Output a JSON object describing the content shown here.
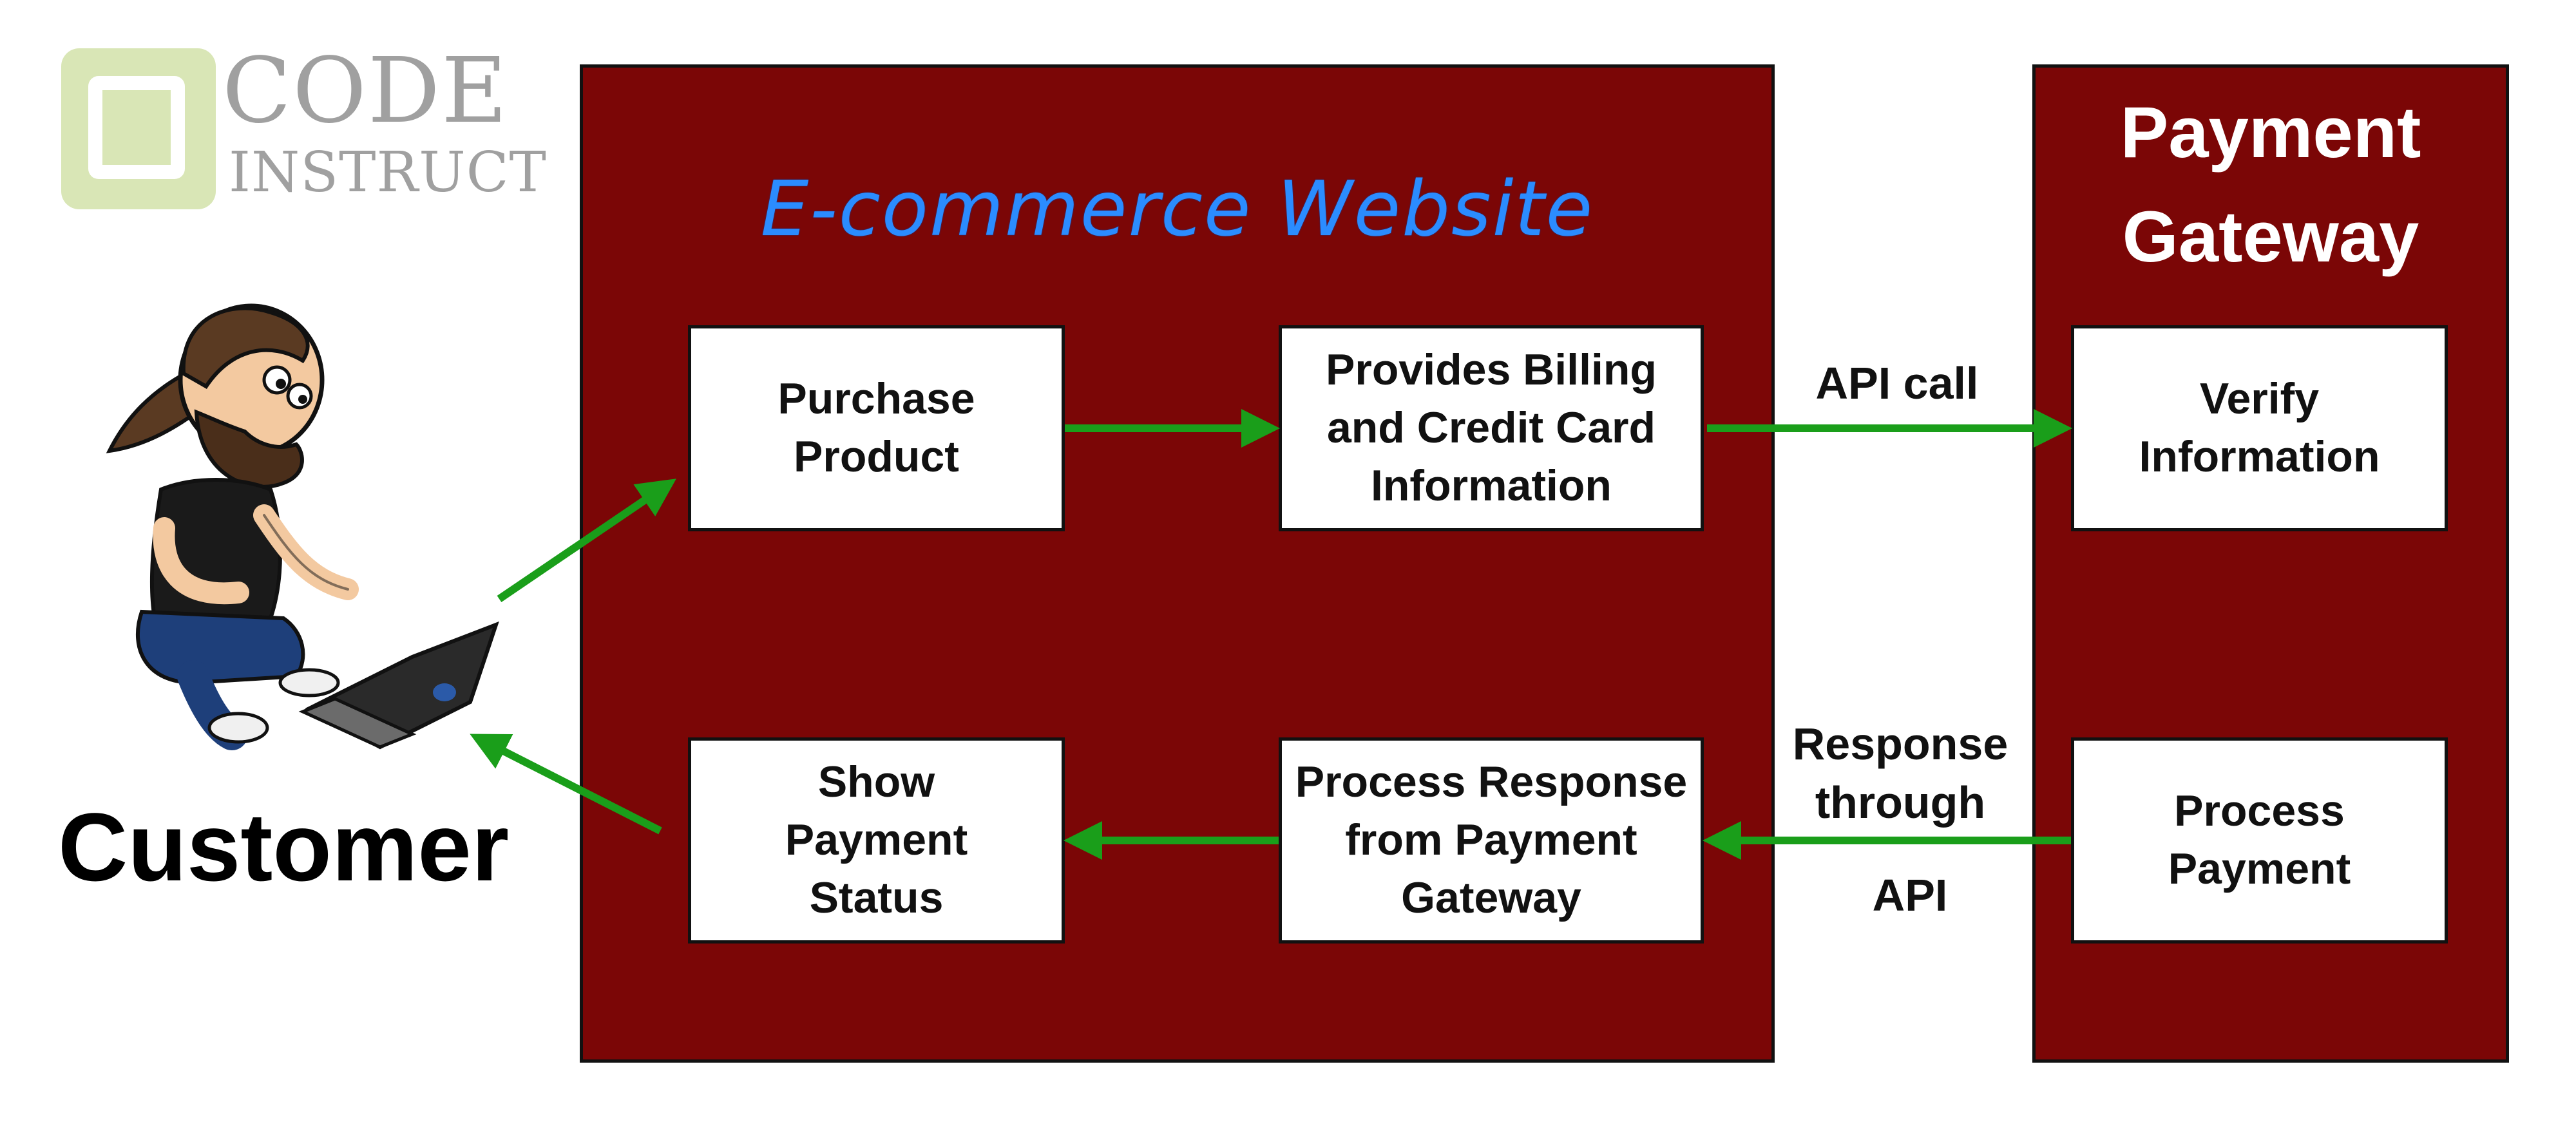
{
  "logo": {
    "line1": "CODE",
    "line2": "INSTRUCT"
  },
  "ecommerce": {
    "title": "E-commerce Website"
  },
  "gateway": {
    "title": "Payment\nGateway"
  },
  "steps": {
    "purchase": "Purchase\nProduct",
    "billing": "Provides Billing\nand Credit Card\nInformation",
    "verify": "Verify\nInformation",
    "process_payment": "Process\nPayment",
    "process_response": "Process Response\nfrom Payment\nGateway",
    "show_status": "Show\nPayment\nStatus"
  },
  "labels": {
    "api_call": "API call",
    "response": "Response\nthrough",
    "api": "API"
  },
  "customer": {
    "label": "Customer"
  },
  "colors": {
    "panel": "#7b0606",
    "arrow": "#1a9e1a",
    "title_blue": "#2b8cff",
    "logo_green": "#d9e6b6"
  }
}
